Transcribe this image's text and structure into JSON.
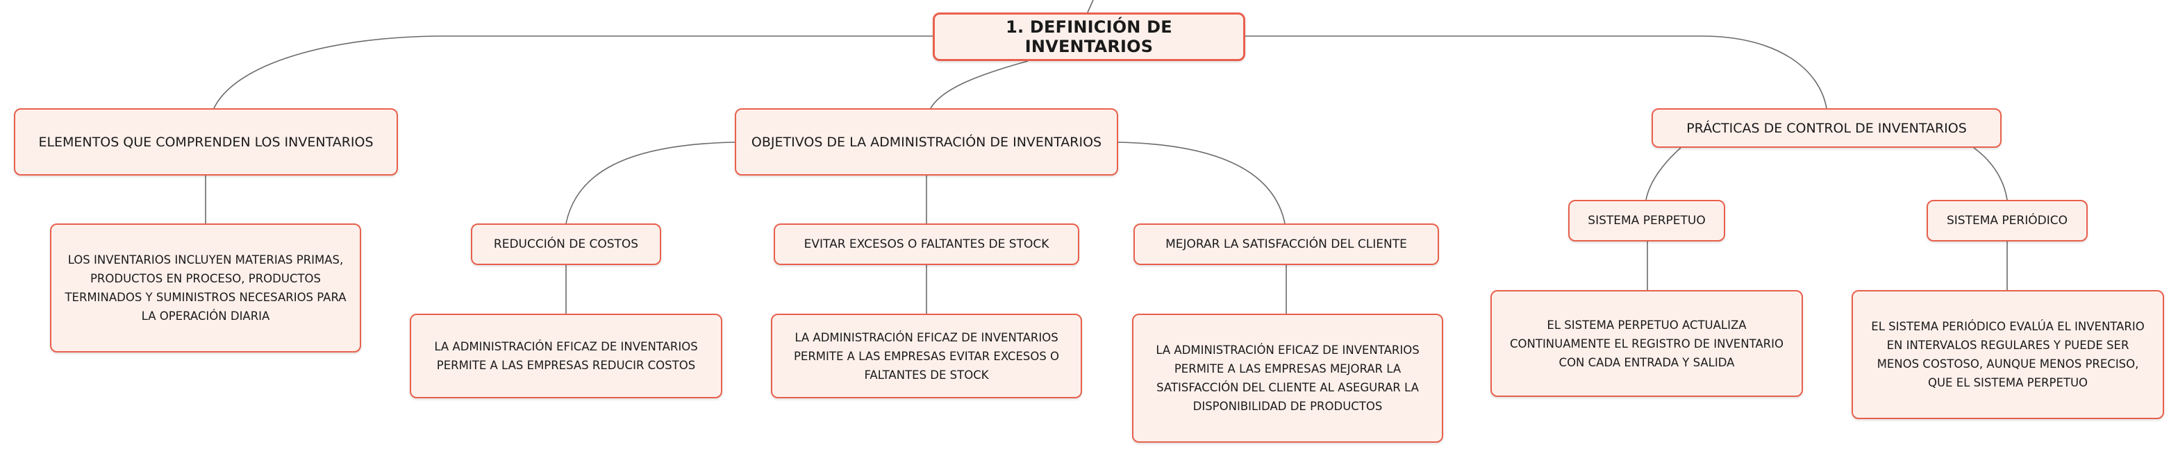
{
  "root": {
    "label": "1. DEFINICIÓN DE INVENTARIOS"
  },
  "elementos": {
    "label": "ELEMENTOS QUE COMPRENDEN LOS INVENTARIOS",
    "detail": "LOS INVENTARIOS INCLUYEN MATERIAS PRIMAS, PRODUCTOS EN PROCESO, PRODUCTOS TERMINADOS Y SUMINISTROS NECESARIOS PARA LA OPERACIÓN DIARIA"
  },
  "objetivos": {
    "label": "OBJETIVOS DE LA ADMINISTRACIÓN DE INVENTARIOS",
    "items": [
      {
        "label": "REDUCCIÓN DE COSTOS",
        "detail": "LA ADMINISTRACIÓN EFICAZ DE INVENTARIOS PERMITE A LAS EMPRESAS REDUCIR COSTOS"
      },
      {
        "label": "EVITAR EXCESOS O FALTANTES DE STOCK",
        "detail": "LA ADMINISTRACIÓN EFICAZ DE INVENTARIOS PERMITE A LAS EMPRESAS EVITAR EXCESOS O FALTANTES DE STOCK"
      },
      {
        "label": "MEJORAR LA SATISFACCIÓN DEL CLIENTE",
        "detail": "LA ADMINISTRACIÓN EFICAZ DE INVENTARIOS PERMITE A LAS EMPRESAS MEJORAR LA SATISFACCIÓN DEL CLIENTE AL ASEGURAR LA DISPONIBILIDAD DE PRODUCTOS"
      }
    ]
  },
  "practicas": {
    "label": "PRÁCTICAS DE CONTROL DE INVENTARIOS",
    "items": [
      {
        "label": "SISTEMA PERPETUO",
        "detail": "EL SISTEMA PERPETUO ACTUALIZA CONTINUAMENTE EL REGISTRO DE INVENTARIO CON CADA ENTRADA Y SALIDA"
      },
      {
        "label": "SISTEMA PERIÓDICO",
        "detail": "EL SISTEMA PERIÓDICO EVALÚA EL INVENTARIO EN INTERVALOS REGULARES Y PUEDE SER MENOS COSTOSO, AUNQUE MENOS PRECISO, QUE EL SISTEMA PERPETUO"
      }
    ]
  },
  "colors": {
    "node_border": "#e8604c",
    "node_fill": "#fdf0eb",
    "connector": "#6a6a6a"
  }
}
